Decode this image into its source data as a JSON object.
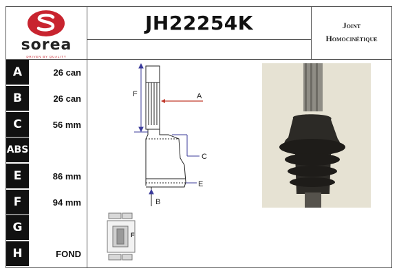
{
  "brand": {
    "name": "sorea",
    "tagline": "DRIVEN BY QUALITY",
    "colors": {
      "red": "#c8242f",
      "dark": "#222222"
    }
  },
  "header": {
    "part_number": "JH22254K",
    "product_type_line1": "Joint",
    "product_type_line2": "Homocinétique"
  },
  "specs": [
    {
      "label": "A",
      "value": "26 can"
    },
    {
      "label": "B",
      "value": "26 can"
    },
    {
      "label": "C",
      "value": "56 mm"
    },
    {
      "label": "ABS",
      "value": ""
    },
    {
      "label": "E",
      "value": "86 mm"
    },
    {
      "label": "F",
      "value": "94 mm"
    },
    {
      "label": "G",
      "value": ""
    },
    {
      "label": "H",
      "value": "FOND"
    }
  ],
  "diagram": {
    "labels": {
      "a": "A",
      "b": "B",
      "c": "C",
      "e": "E",
      "f": "F"
    },
    "cross_section_label": "F",
    "colors": {
      "arrow_a": "#c0392b",
      "arrows": "#3a3a9a"
    }
  }
}
